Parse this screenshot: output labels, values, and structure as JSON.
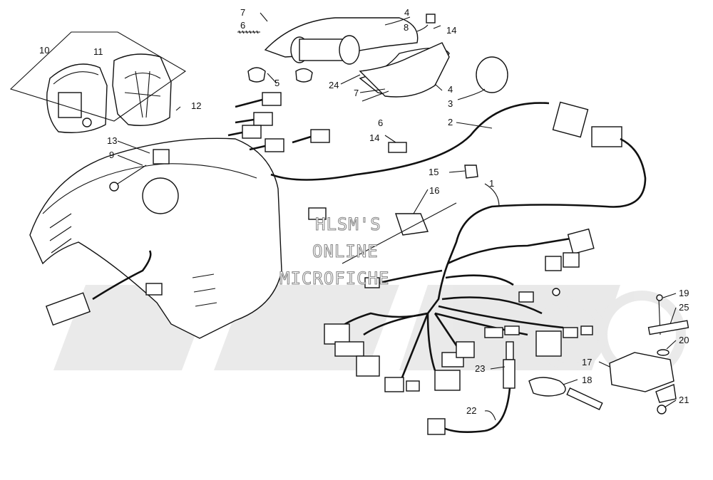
{
  "watermark": {
    "line1": "HLSM'S",
    "line2": "ONLINE",
    "line3": "MICROFICHE"
  },
  "callouts": [
    {
      "id": "c1",
      "label": "1"
    },
    {
      "id": "c2",
      "label": "2"
    },
    {
      "id": "c3",
      "label": "3"
    },
    {
      "id": "c4a",
      "label": "4"
    },
    {
      "id": "c4b",
      "label": "4"
    },
    {
      "id": "c5",
      "label": "5"
    },
    {
      "id": "c6a",
      "label": "6"
    },
    {
      "id": "c6b",
      "label": "6"
    },
    {
      "id": "c7a",
      "label": "7"
    },
    {
      "id": "c7b",
      "label": "7"
    },
    {
      "id": "c8",
      "label": "8"
    },
    {
      "id": "c9",
      "label": "9"
    },
    {
      "id": "c10",
      "label": "10"
    },
    {
      "id": "c11",
      "label": "11"
    },
    {
      "id": "c12",
      "label": "12"
    },
    {
      "id": "c13",
      "label": "13"
    },
    {
      "id": "c14a",
      "label": "14"
    },
    {
      "id": "c14b",
      "label": "14"
    },
    {
      "id": "c15",
      "label": "15"
    },
    {
      "id": "c16",
      "label": "16"
    },
    {
      "id": "c17",
      "label": "17"
    },
    {
      "id": "c18",
      "label": "18"
    },
    {
      "id": "c19",
      "label": "19"
    },
    {
      "id": "c20",
      "label": "20"
    },
    {
      "id": "c21",
      "label": "21"
    },
    {
      "id": "c22",
      "label": "22"
    },
    {
      "id": "c23",
      "label": "23"
    },
    {
      "id": "c24",
      "label": "24"
    },
    {
      "id": "c25",
      "label": "25"
    }
  ]
}
